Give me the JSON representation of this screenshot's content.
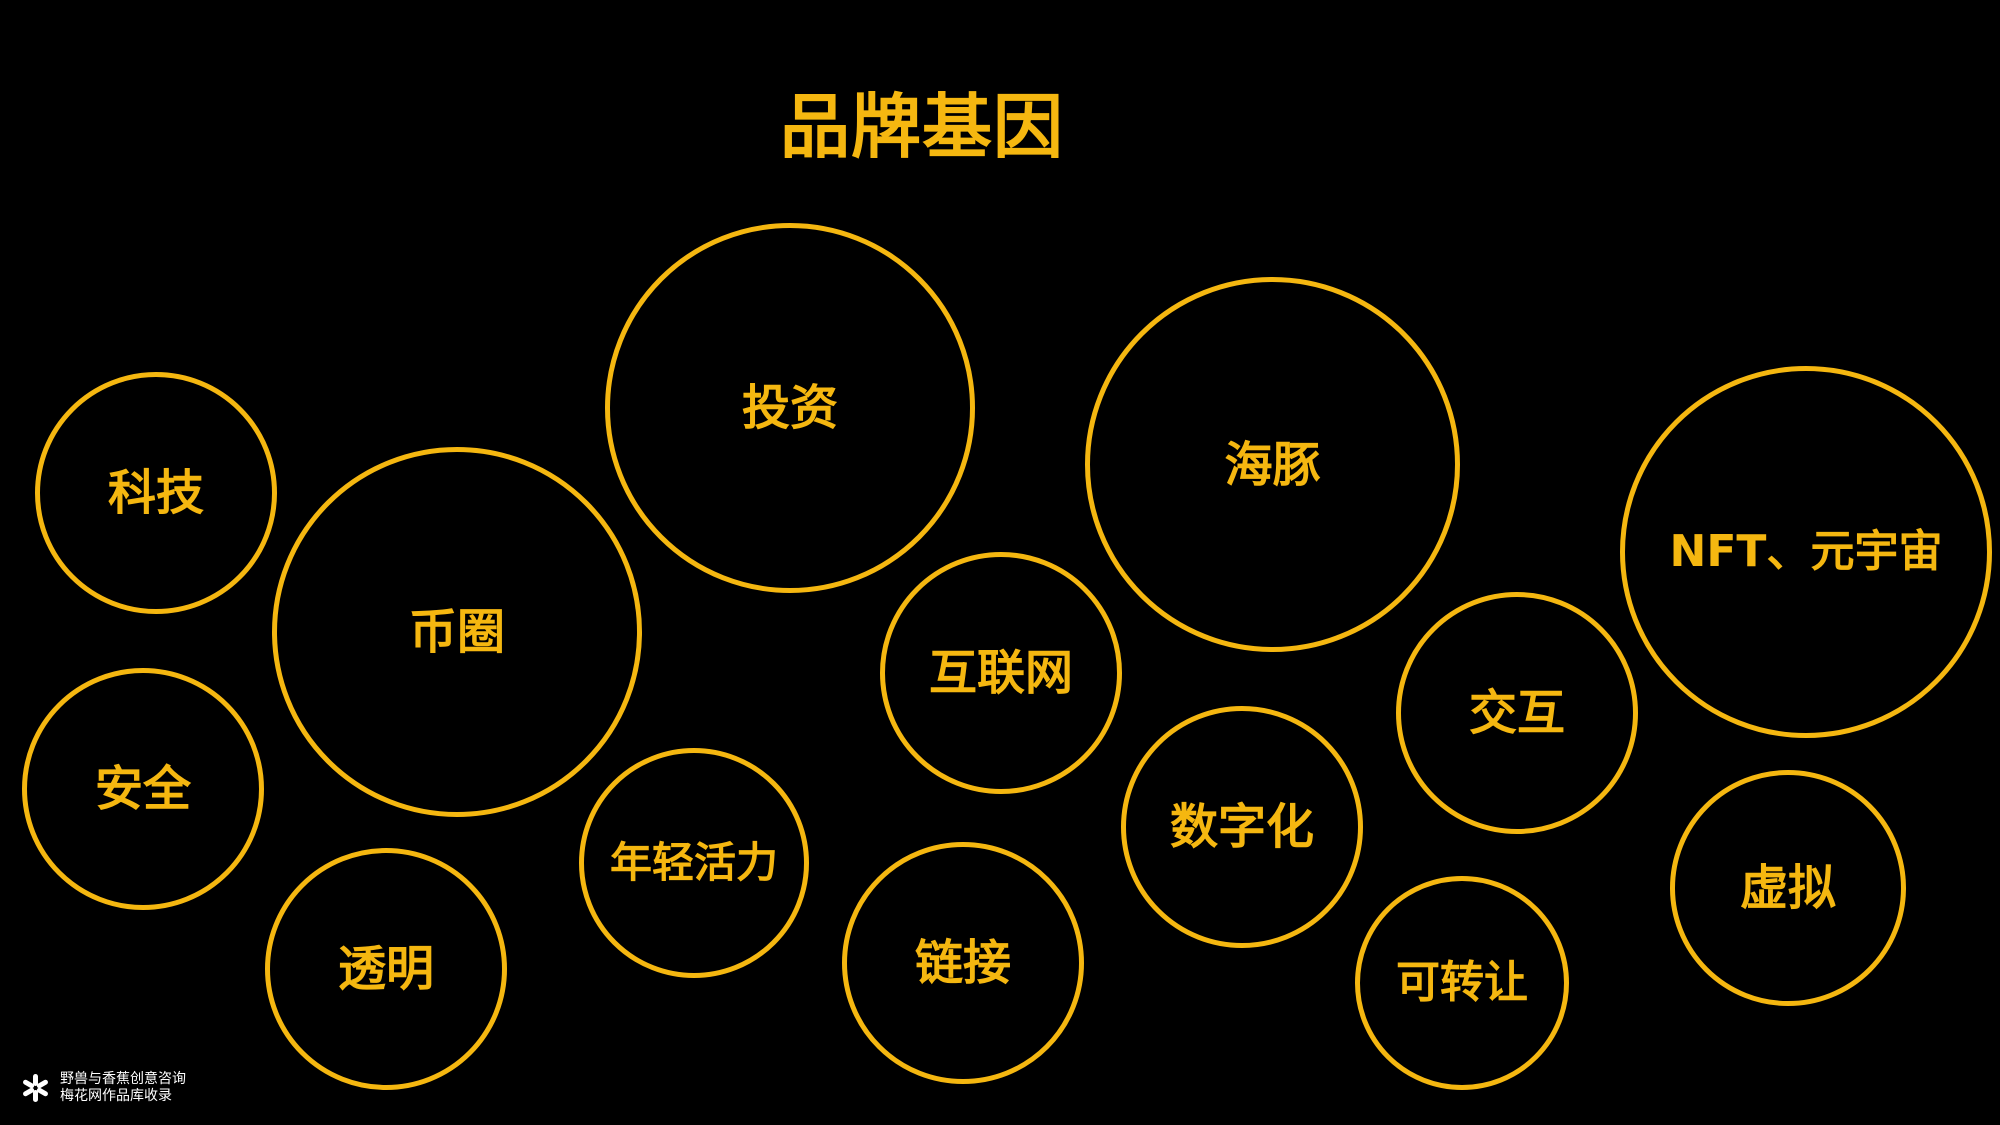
{
  "title": "品牌基因",
  "bubbles": [
    {
      "label": "科技"
    },
    {
      "label": "币圈"
    },
    {
      "label": "投资"
    },
    {
      "label": "海豚"
    },
    {
      "label": "NFT、元宇宙"
    },
    {
      "label": "互联网"
    },
    {
      "label": "交互"
    },
    {
      "label": "安全"
    },
    {
      "label": "年轻活力"
    },
    {
      "label": "数字化"
    },
    {
      "label": "虚拟"
    },
    {
      "label": "透明"
    },
    {
      "label": "链接"
    },
    {
      "label": "可转让"
    }
  ],
  "watermark": {
    "line1": "野兽与香蕉创意咨询",
    "line2": "梅花网作品库收录"
  },
  "colors": {
    "accent": "#F5B710",
    "background": "#000000",
    "watermark": "#FFFFFF"
  }
}
